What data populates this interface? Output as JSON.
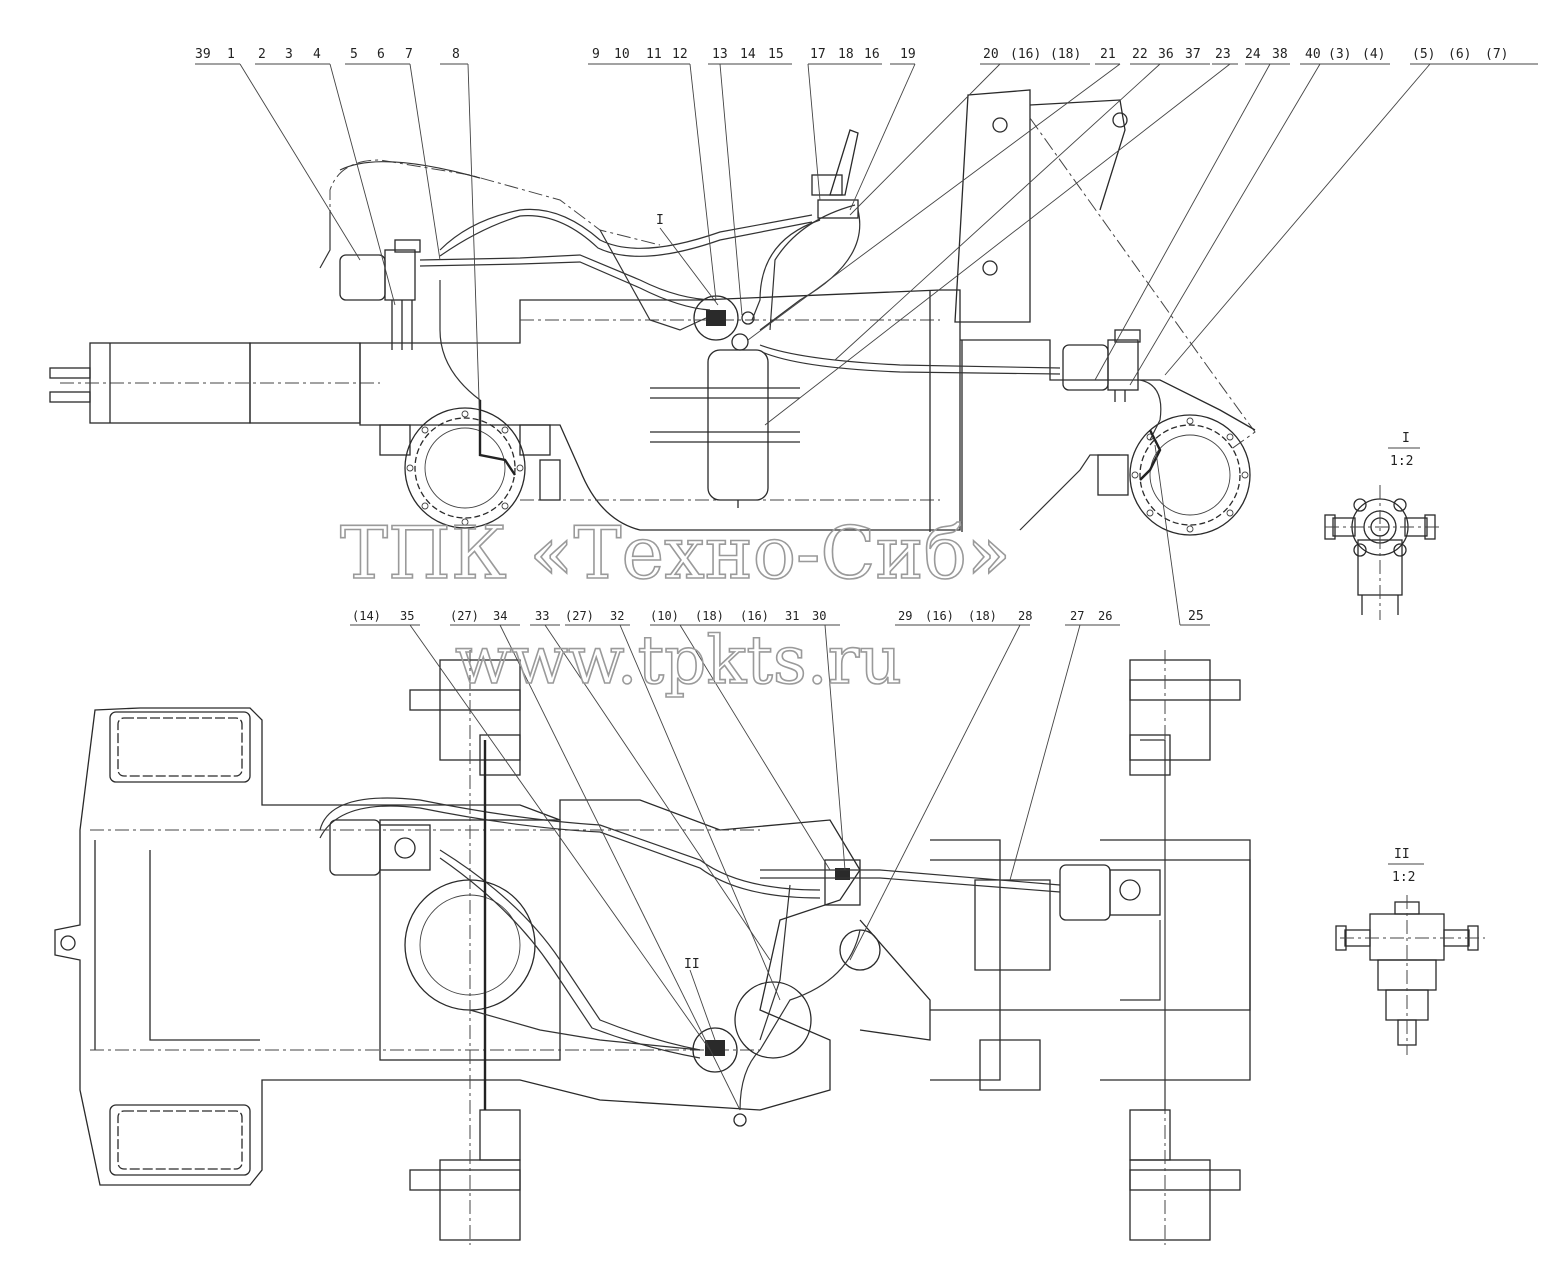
{
  "watermark": {
    "line1": "ТПК «Техно-Сиб»",
    "line2": "www.tpkts.ru"
  },
  "top_view_labels": [
    "39",
    "1",
    "2",
    "3",
    "4",
    "5",
    "6",
    "7",
    "8",
    "9",
    "10",
    "11",
    "12",
    "13",
    "14",
    "15",
    "17",
    "18",
    "16",
    "19",
    "20",
    "(16)",
    "(18)",
    "21",
    "22",
    "36",
    "37",
    "23",
    "24",
    "38",
    "40",
    "(3)",
    "(4)",
    "(5)",
    "(6)",
    "(7)"
  ],
  "top_view_bottom_label": "25",
  "bottom_view_labels": [
    "(14)",
    "35",
    "(27)",
    "34",
    "33",
    "(27)",
    "32",
    "(10)",
    "(18)",
    "(16)",
    "31",
    "30",
    "29",
    "(16)",
    "(18)",
    "28",
    "27",
    "26"
  ],
  "callout_top": "I",
  "callout_bottom": "II",
  "detail_I": {
    "title": "I",
    "scale": "1:2"
  },
  "detail_II": {
    "title": "II",
    "scale": "1:2"
  }
}
